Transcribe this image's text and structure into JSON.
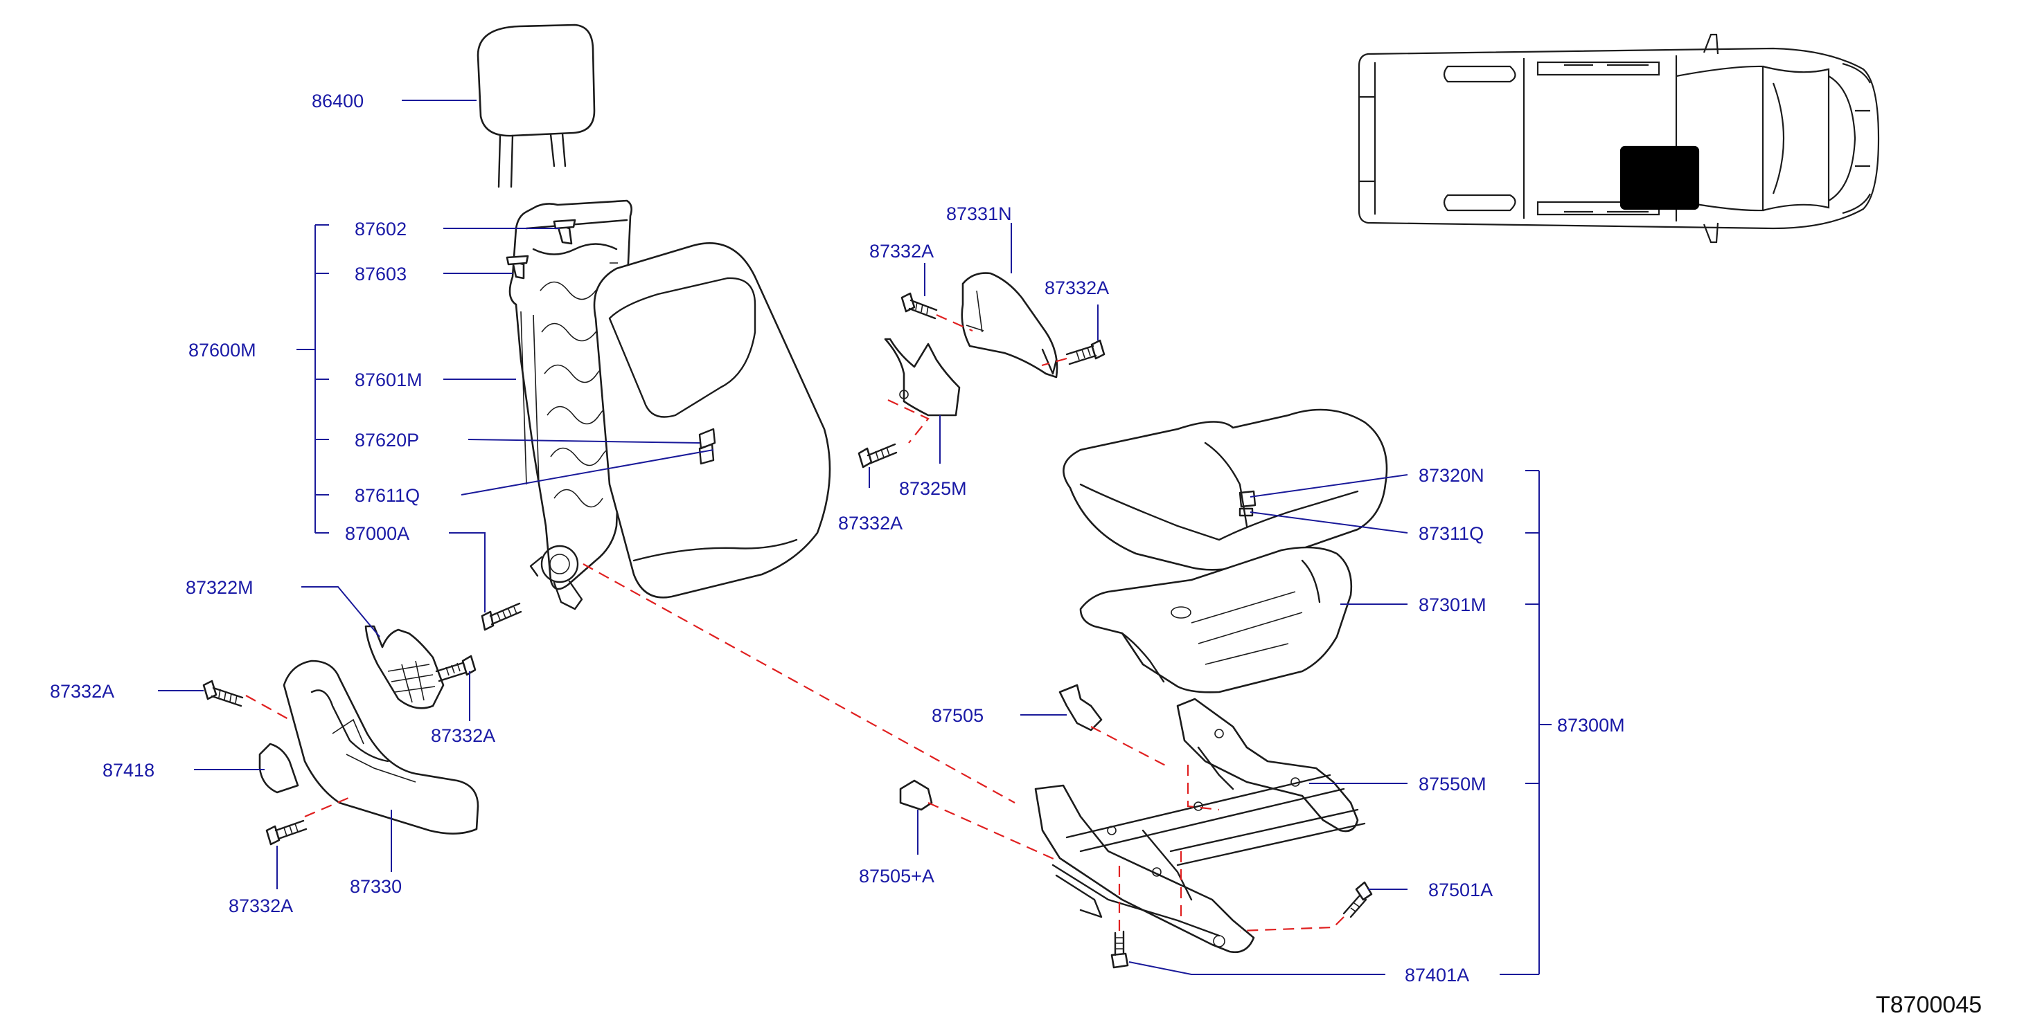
{
  "diagram": {
    "code": "T8700045",
    "labels": {
      "p86400": "86400",
      "p87602": "87602",
      "p87603": "87603",
      "p87600M": "87600M",
      "p87601M": "87601M",
      "p87620P": "87620P",
      "p87611Q": "87611Q",
      "p87000A": "87000A",
      "p87322M": "87322M",
      "p87332A_a": "87332A",
      "p87332A_b": "87332A",
      "p87418": "87418",
      "p87330": "87330",
      "p87332A_c": "87332A",
      "p87331N": "87331N",
      "p87332A_d": "87332A",
      "p87332A_e": "87332A",
      "p87325M": "87325M",
      "p87332A_f": "87332A",
      "p87320N": "87320N",
      "p87311Q": "87311Q",
      "p87301M": "87301M",
      "p87300M": "87300M",
      "p87505": "87505",
      "p87550M": "87550M",
      "p87505A": "87505+A",
      "p87501A": "87501A",
      "p87401A": "87401A"
    },
    "colors": {
      "label": "#1a1aa6",
      "leader": "#1a1a9a",
      "dashed_link": "#e02020",
      "part_outline": "#1c1c1c",
      "highlight_block": "#000000"
    }
  }
}
